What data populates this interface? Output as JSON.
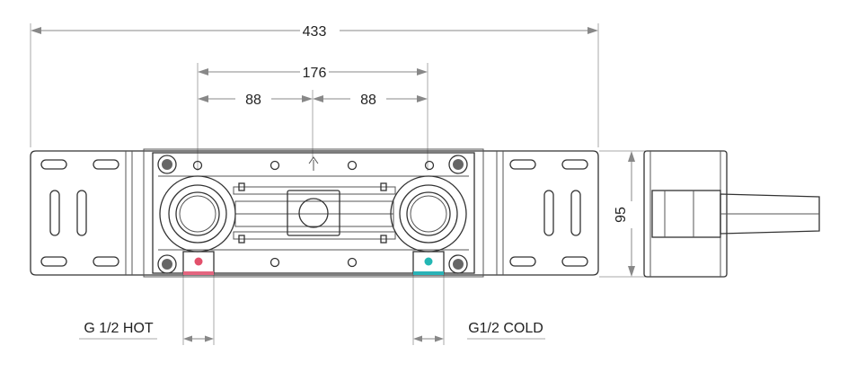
{
  "dimensions": {
    "overall_width": "433",
    "centers_span": "176",
    "left_half": "88",
    "right_half": "88",
    "height": "95"
  },
  "labels": {
    "hot_inlet": "G 1/2 HOT",
    "cold_inlet": "G1/2 COLD"
  },
  "colors": {
    "hot_marker": "#e2506b",
    "cold_marker": "#23b7b4",
    "hot_band": "#e4657f",
    "cold_band": "#2ab3b7"
  }
}
